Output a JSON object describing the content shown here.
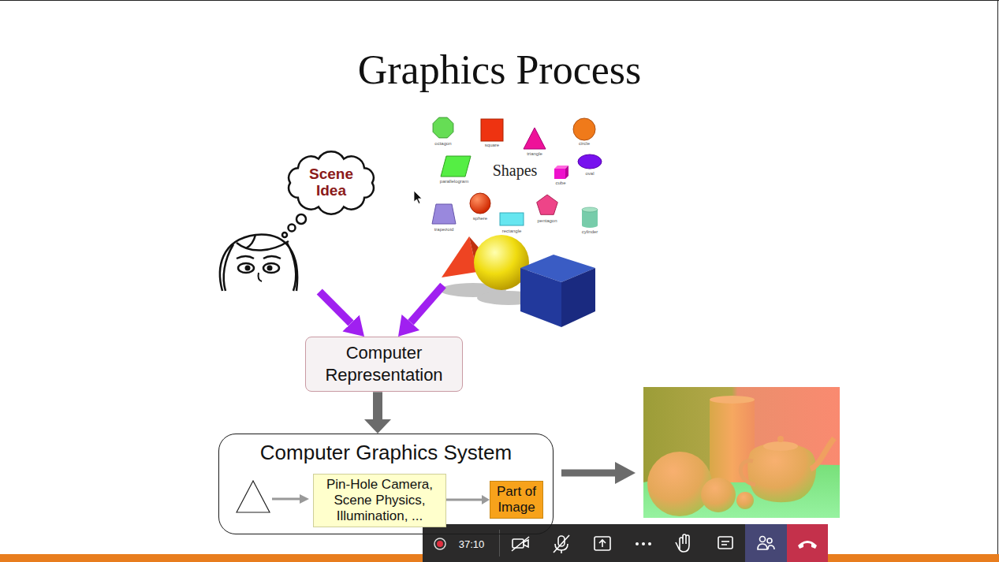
{
  "diagram": {
    "title": "Graphics Process",
    "nodes": [
      {
        "text": [
          "Scene Idea"
        ]
      },
      {
        "text": [
          "Computer Representation"
        ]
      },
      {
        "text": [
          "Computer Graphics System"
        ]
      },
      {
        "text": [
          "Pin-Hole Camera, Scene Physics, Illumination, ..."
        ],
        "in": 2
      },
      {
        "text": [
          "Part of Image"
        ],
        "in": 2
      }
    ],
    "edges": [
      {
        "from": 0,
        "to": 1,
        "arrow": "to"
      },
      {
        "from": 1,
        "to": 2,
        "arrow": "to"
      },
      {
        "from": 3,
        "to": 4,
        "arrow": "to"
      }
    ],
    "labels": [
      "Shapes",
      "octagon",
      "square",
      "triangle",
      "circle",
      "parallelogram",
      "cube",
      "oval",
      "trapezoid",
      "sphere",
      "rectangle",
      "pentagon",
      "cylinder",
      "37:10"
    ]
  }
}
